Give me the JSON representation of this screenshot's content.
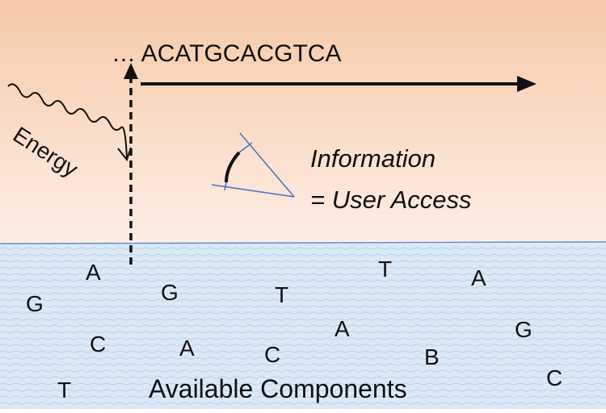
{
  "sequence_text": "… ACATGCACGTCA",
  "energy_label": "Energy",
  "information_line1": "Information",
  "information_line2": "= User Access",
  "available_label": "Available Components",
  "components": [
    "A",
    "G",
    "G",
    "T",
    "T",
    "A",
    "C",
    "A",
    "C",
    "A",
    "B",
    "G",
    "T",
    "C"
  ],
  "colors": {
    "sky_top": "#f6c9a8",
    "sky_bottom": "#fdeee5",
    "water": "#dbe9f6",
    "water_line": "#5b8fd6",
    "wave": "#b9cde3",
    "eye_lines": "#4472c4",
    "ink": "#111111"
  }
}
